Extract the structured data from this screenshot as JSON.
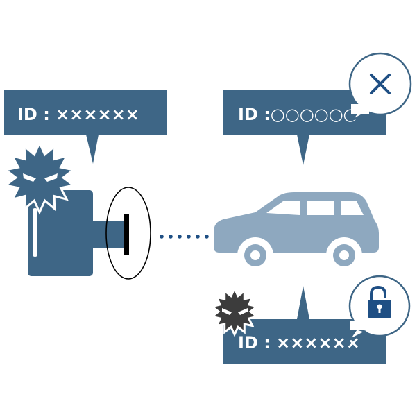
{
  "colors": {
    "navy": "#3e6686",
    "car": "#8ea8bf",
    "dark_blue": "#1f4f84",
    "villain": "#3c3c3c",
    "white": "#ffffff",
    "black": "#000000"
  },
  "bubbles": {
    "attacker_id": "ID : ××××××",
    "car_id": "ID :○○○○○○",
    "spoofed_id": "ID : ××××××"
  },
  "icons": {
    "reject": "cross-icon",
    "unlocked": "unlocked-padlock-icon",
    "attacker": "villain-icon",
    "car": "car-icon",
    "device": "key-fob-device-icon"
  }
}
